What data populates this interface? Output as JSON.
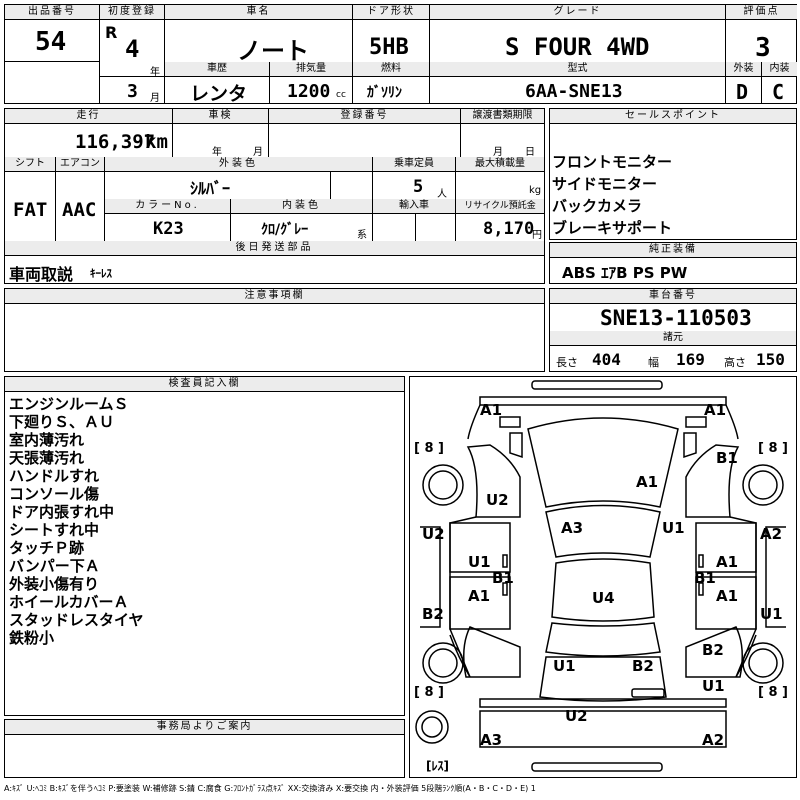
{
  "header": {
    "lot_label": "出品番号",
    "lot_number": "54",
    "first_reg_label": "初度登録",
    "era": "R",
    "first_reg_year": "4",
    "year_unit": "年",
    "first_reg_month": "3",
    "month_unit": "月",
    "car_name_label": "車名",
    "car_name": "ノート",
    "door_label": "ドア形状",
    "door": "5HB",
    "grade_label": "グレード",
    "grade": "S FOUR 4WD",
    "score_label": "評価点",
    "score": "3",
    "history_label": "車歴",
    "history": "レンタ",
    "displacement_label": "排気量",
    "displacement": "1200",
    "displacement_unit": "cc",
    "fuel_label": "燃料",
    "fuel": "ｶﾞｿﾘﾝ",
    "model_label": "型式",
    "model": "6AA-SNE13",
    "exterior_label": "外装",
    "exterior": "D",
    "interior_label": "内装",
    "interior": "C"
  },
  "row2": {
    "mileage_label": "走行",
    "mileage": "116,397",
    "mileage_unit": "km",
    "inspection_label": "車検",
    "inspection_year_unit": "年",
    "inspection_month_unit": "月",
    "reg_number_label": "登録番号",
    "transfer_label": "譲渡書類期限",
    "transfer_month_unit": "月",
    "transfer_day_unit": "日",
    "shift_label": "シフト",
    "shift": "FAT",
    "ac_label": "エアコン",
    "ac": "AAC",
    "color_label": "外装色",
    "color": "ｼﾙﾊﾞｰ",
    "capacity_label": "乗車定員",
    "capacity": "5",
    "capacity_unit": "人",
    "load_label": "最大積載量",
    "load_unit": "kg",
    "color_no_label": "カラーNo.",
    "color_no": "K23",
    "interior_color_label": "内装色",
    "interior_color": "ｸﾛ/ｸﾞﾚｰ",
    "interior_color_unit": "系",
    "import_label": "輸入車",
    "recycle_label": "リサイクル預託金",
    "recycle": "8,170",
    "recycle_unit": "円"
  },
  "sales": {
    "label": "セールスポイント",
    "points": [
      "フロントモニター",
      "サイドモニター",
      "バックカメラ",
      "ブレーキサポート"
    ]
  },
  "later_parts": {
    "label": "後日発送部品",
    "content": "車両取説",
    "sub": "ｷｰﾚｽ"
  },
  "equipment": {
    "label": "純正装備",
    "content": "ABS ｴｱB PS PW"
  },
  "notes": {
    "label": "注意事項欄"
  },
  "chassis": {
    "label": "車台番号",
    "number": "SNE13-110503",
    "spec_label": "諸元",
    "length_label": "長さ",
    "length": "404",
    "width_label": "幅",
    "width": "169",
    "height_label": "高さ",
    "height": "150"
  },
  "inspector": {
    "label": "検査員記入欄",
    "lines": [
      "エンジンルームＳ",
      "下廻りＳ、ＡＵ",
      "室内薄汚れ",
      "天張薄汚れ",
      "ハンドルすれ",
      "コンソール傷",
      "ドア内張すれ中",
      "シートすれ中",
      "タッチＰ跡",
      "バンパー下Ａ",
      "外装小傷有り",
      "ホイールカバーＡ",
      "スタッドレスタイヤ",
      "鉄粉小"
    ]
  },
  "office": {
    "label": "事務局よりご案内"
  },
  "diagram": {
    "tire_marks": [
      "[ 8 ]",
      "[ 8 ]",
      "[ 8 ]",
      "[ 8 ]"
    ],
    "spare_label": "[ﾚｽ]",
    "damage": [
      {
        "id": "front-left-corner",
        "text": "A1"
      },
      {
        "id": "front-right-corner",
        "text": "A1"
      },
      {
        "id": "right-front-fender",
        "text": "B1"
      },
      {
        "id": "hood",
        "text": "A1"
      },
      {
        "id": "left-front-fender",
        "text": "U2"
      },
      {
        "id": "windshield",
        "text": "A3"
      },
      {
        "id": "right-a-pillar",
        "text": "U1"
      },
      {
        "id": "left-front-bumper-side",
        "text": "U2"
      },
      {
        "id": "right-front-bumper-side",
        "text": "A2"
      },
      {
        "id": "left-front-door-upper",
        "text": "U1"
      },
      {
        "id": "left-front-door-lower",
        "text": "B1"
      },
      {
        "id": "right-front-door-upper",
        "text": "A1"
      },
      {
        "id": "right-front-door-lower",
        "text": "B1"
      },
      {
        "id": "left-rear-door",
        "text": "A1"
      },
      {
        "id": "right-rear-door",
        "text": "A1"
      },
      {
        "id": "roof",
        "text": "U4"
      },
      {
        "id": "left-rear-side",
        "text": "B2"
      },
      {
        "id": "right-rear-side",
        "text": "U1"
      },
      {
        "id": "right-rear-fender",
        "text": "B2"
      },
      {
        "id": "left-tailgate",
        "text": "U1"
      },
      {
        "id": "right-tailgate",
        "text": "B2"
      },
      {
        "id": "right-rear-quarter",
        "text": "U1"
      },
      {
        "id": "rear-bumper-center",
        "text": "U2"
      },
      {
        "id": "rear-bumper-left",
        "text": "A3"
      },
      {
        "id": "rear-bumper-right",
        "text": "A2"
      }
    ]
  },
  "legend": "A:ｷｽﾞ U:ﾍｺﾐ B:ｷｽﾞを伴うﾍｺﾐ P:要塗装 W:補修跡 S:錆 C:腐食 G:ﾌﾛﾝﾄｶﾞﾗｽ点ｷｽﾞ XX:交換済み X:要交換  内・外装評価 5段階ﾗﾝｸ順(A・B・C・D・E) 1"
}
